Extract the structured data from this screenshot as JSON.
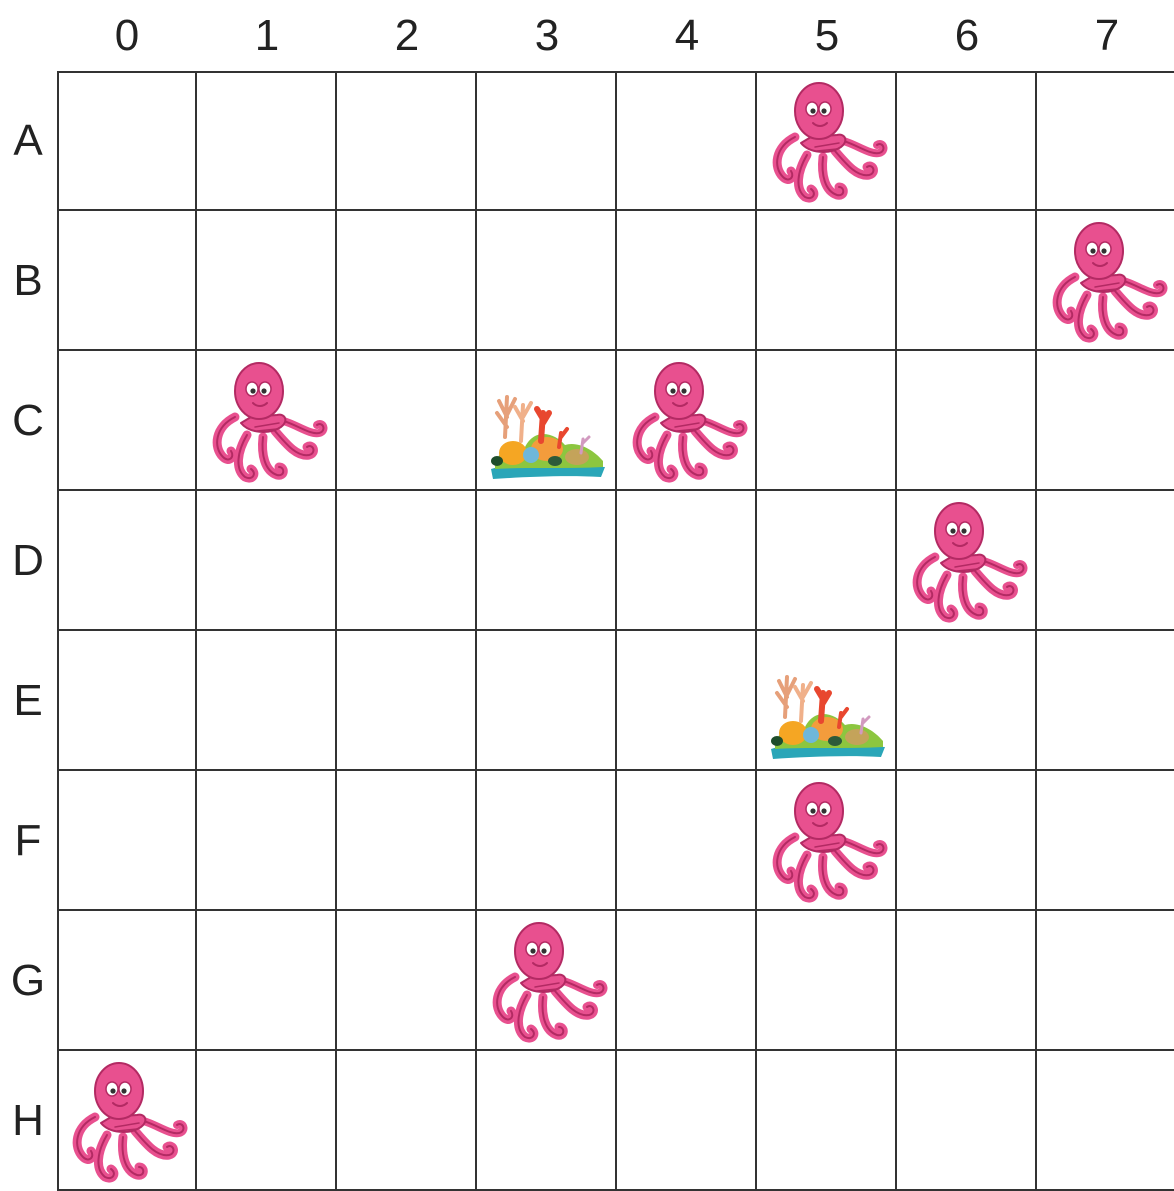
{
  "columns": [
    "0",
    "1",
    "2",
    "3",
    "4",
    "5",
    "6",
    "7"
  ],
  "rows": [
    "A",
    "B",
    "C",
    "D",
    "E",
    "F",
    "G",
    "H"
  ],
  "pieces": [
    {
      "row": "A",
      "col": 5,
      "kind": "octopus"
    },
    {
      "row": "B",
      "col": 7,
      "kind": "octopus"
    },
    {
      "row": "C",
      "col": 1,
      "kind": "octopus"
    },
    {
      "row": "C",
      "col": 3,
      "kind": "coral-reef"
    },
    {
      "row": "C",
      "col": 4,
      "kind": "octopus"
    },
    {
      "row": "D",
      "col": 6,
      "kind": "octopus"
    },
    {
      "row": "E",
      "col": 5,
      "kind": "coral-reef"
    },
    {
      "row": "F",
      "col": 5,
      "kind": "octopus"
    },
    {
      "row": "G",
      "col": 3,
      "kind": "octopus"
    },
    {
      "row": "H",
      "col": 0,
      "kind": "octopus"
    }
  ],
  "colors": {
    "octopus": "#e8508f",
    "octopus_dark": "#b32a63",
    "grid_line": "#333333"
  }
}
